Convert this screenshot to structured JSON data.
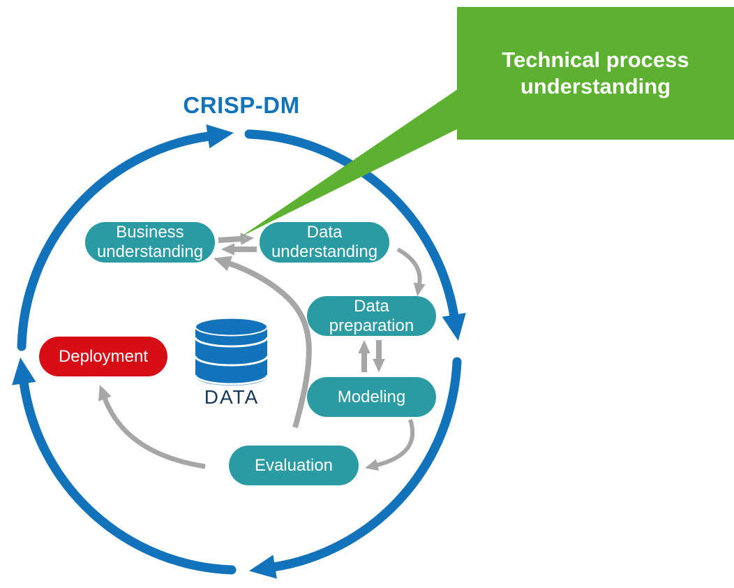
{
  "title": "CRISP-DM",
  "callout": {
    "label": "Technical process understanding"
  },
  "stages": [
    {
      "id": "business-understanding",
      "label": "Business understanding",
      "color": "#2B9BA3"
    },
    {
      "id": "data-understanding",
      "label": "Data understanding",
      "color": "#2B9BA3"
    },
    {
      "id": "data-preparation",
      "label": "Data preparation",
      "color": "#2B9BA3"
    },
    {
      "id": "modeling",
      "label": "Modeling",
      "color": "#2B9BA3"
    },
    {
      "id": "evaluation",
      "label": "Evaluation",
      "color": "#2B9BA3"
    },
    {
      "id": "deployment",
      "label": "Deployment",
      "color": "#D60D15"
    }
  ],
  "data_store": {
    "label": "DATA"
  },
  "flows": [
    "business-understanding <-> data-understanding",
    "data-understanding -> data-preparation",
    "data-preparation <-> modeling",
    "modeling -> evaluation",
    "evaluation -> deployment",
    "evaluation -> business-understanding",
    "cycle: clockwise outer loop"
  ],
  "colors": {
    "cycle_blue": "#1273BA",
    "stage_teal": "#2B9BA3",
    "deployment_red": "#D60D15",
    "callout_green": "#5CB130",
    "arrow_gray": "#A6A6A6",
    "data_label_navy": "#15365C"
  }
}
